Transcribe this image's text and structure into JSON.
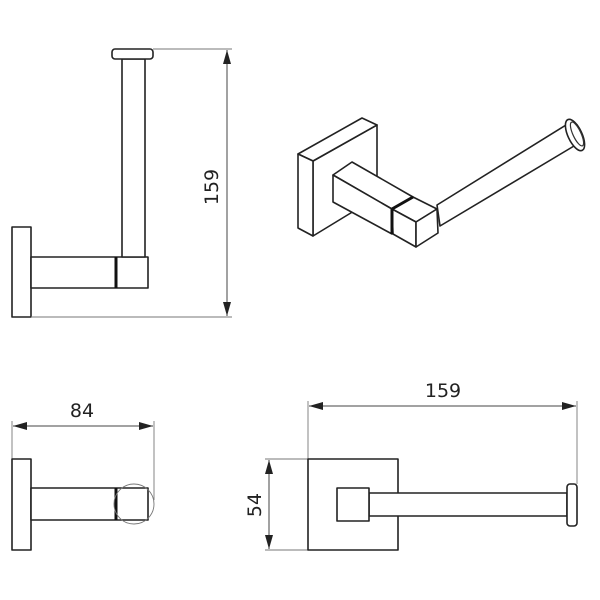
{
  "drawing": {
    "side_view": {
      "dimension_height": "159"
    },
    "top_view": {
      "dimension_depth": "84"
    },
    "front_view": {
      "dimension_width": "159",
      "dimension_plate": "54"
    }
  },
  "colors": {
    "line": "#222222",
    "background": "#ffffff"
  }
}
